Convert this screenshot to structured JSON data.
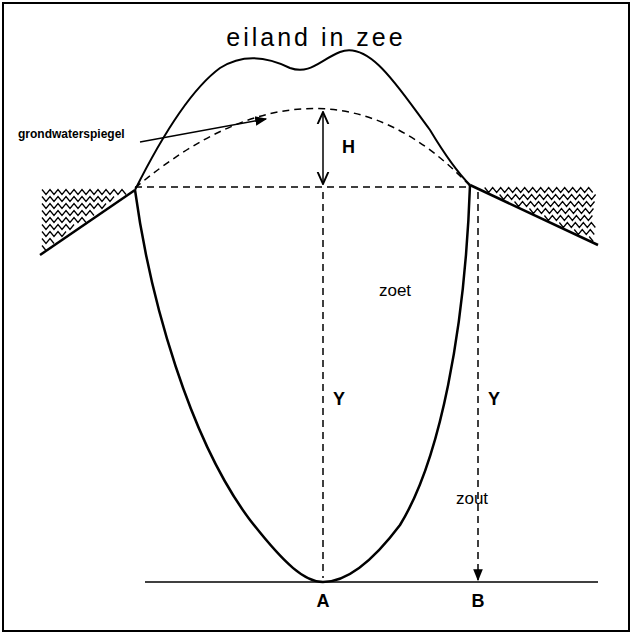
{
  "diagram": {
    "title": "eiland in zee",
    "labels": [
      "grondwaterspiegel",
      "H",
      "zoet",
      "Y",
      "Y",
      "zout",
      "A",
      "B"
    ]
  }
}
